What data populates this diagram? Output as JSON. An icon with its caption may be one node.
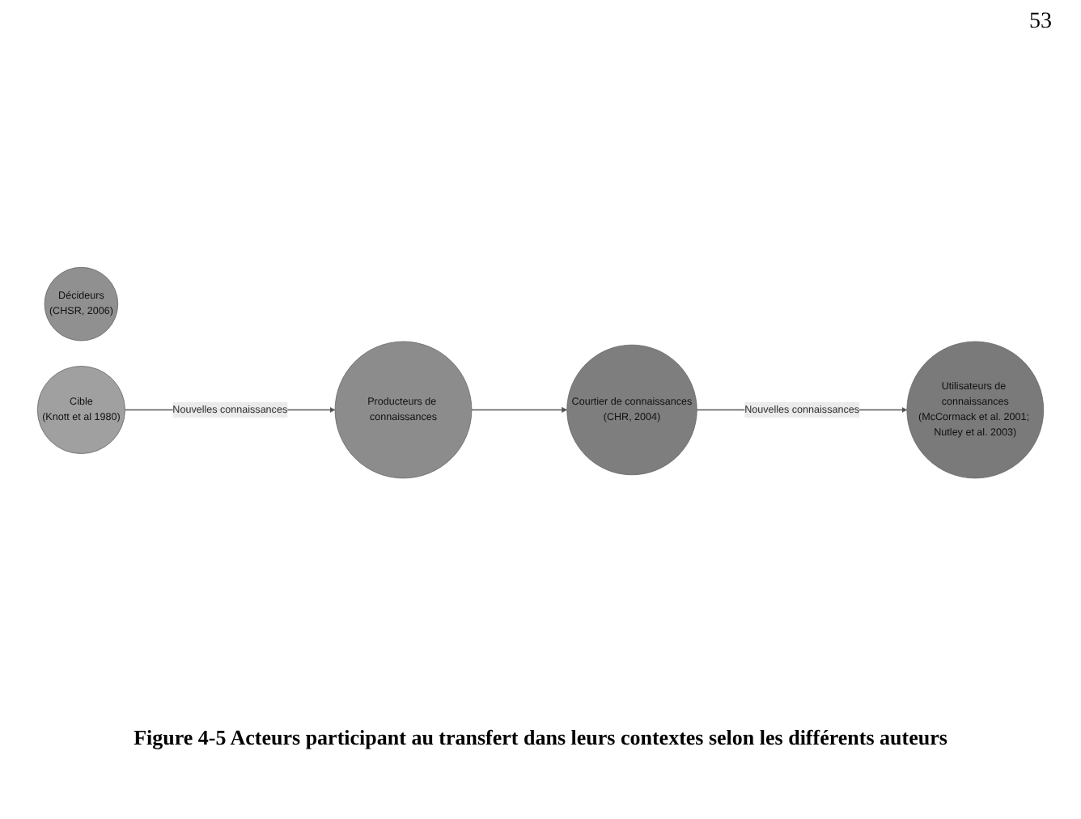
{
  "diagram": {
    "caption": "Figure 4-5 Acteurs participant au transfert dans leurs contextes selon les différents auteurs",
    "nodes": [
      {
        "text": [
          "Producteurs de connaissances"
        ]
      },
      {
        "text": [
          "Courtier de connaissances",
          "(CHR, 2004)"
        ]
      },
      {
        "text": [
          "Utilisateurs de connaissances",
          "(McCormack et al. 2001; Nutley et al. 2003)"
        ]
      },
      {
        "text": [
          "Décideurs",
          "(CHSR, 2006)"
        ]
      },
      {
        "text": [
          "Cible",
          "(Knott et al 1980)"
        ]
      }
    ],
    "edges": [
      {
        "from": 0,
        "to": 1,
        "arrow": "to"
      },
      {
        "from": 1,
        "to": 2,
        "arrow": "to",
        "label": "Nouvelles connaissances"
      },
      {
        "from": 4,
        "to": 0,
        "arrow": "to",
        "label": "Nouvelles connaissances"
      }
    ],
    "labels": [
      "53"
    ]
  }
}
